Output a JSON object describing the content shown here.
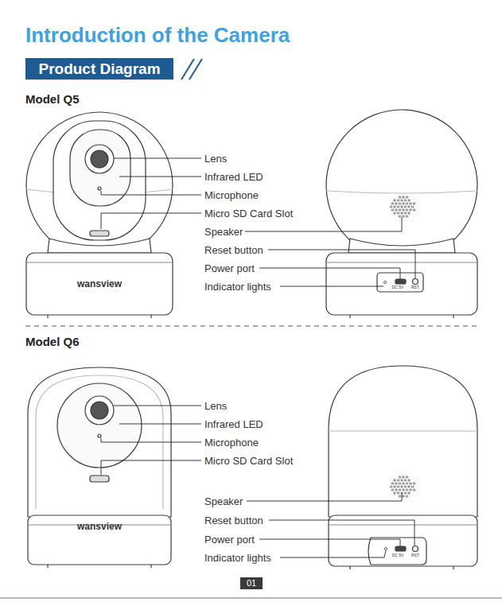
{
  "diagram": {
    "title": "Introduction of the Camera",
    "nodes": [
      {
        "text": [
          "Product Diagram"
        ]
      },
      {
        "text": [
          "01"
        ]
      }
    ],
    "labels": [
      "Model Q5",
      "Lens",
      "Infrared LED",
      "Microphone",
      "Micro SD Card Slot",
      "Speaker",
      "Reset button",
      "Power port",
      "Indicator lights",
      "wansview",
      "DC 5V",
      "RST",
      "Model Q6",
      "Lens",
      "Infrared LED",
      "Microphone",
      "Micro SD Card Slot",
      "Speaker",
      "Reset button",
      "Power port",
      "Indicator lights",
      "wansview",
      "DC 5V",
      "RST"
    ]
  }
}
